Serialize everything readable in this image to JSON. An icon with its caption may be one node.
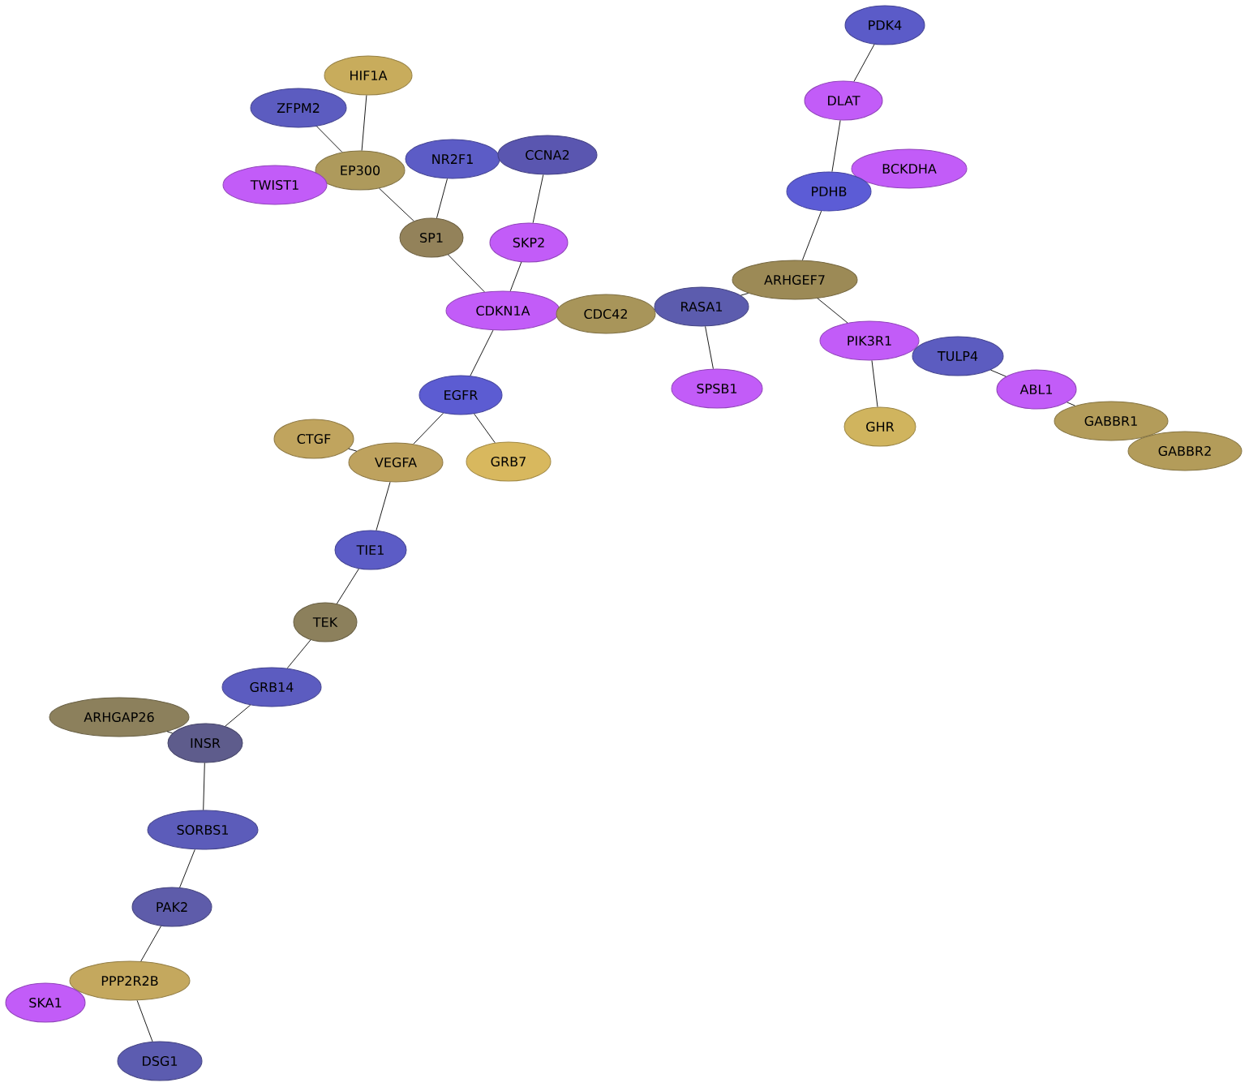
{
  "diagram": {
    "nodes": [
      {
        "text": [
          "PDK4"
        ]
      },
      {
        "text": [
          "DLAT"
        ]
      },
      {
        "text": [
          "BCKDHA"
        ]
      },
      {
        "text": [
          "PDHB"
        ]
      },
      {
        "text": [
          "ARHGEF7"
        ]
      },
      {
        "text": [
          "HIF1A"
        ]
      },
      {
        "text": [
          "ZFPM2"
        ]
      },
      {
        "text": [
          "EP300"
        ]
      },
      {
        "text": [
          "TWIST1"
        ]
      },
      {
        "text": [
          "NR2F1"
        ]
      },
      {
        "text": [
          "CCNA2"
        ]
      },
      {
        "text": [
          "SP1"
        ]
      },
      {
        "text": [
          "SKP2"
        ]
      },
      {
        "text": [
          "CDKN1A"
        ]
      },
      {
        "text": [
          "CDC42"
        ]
      },
      {
        "text": [
          "RASA1"
        ]
      },
      {
        "text": [
          "PIK3R1"
        ]
      },
      {
        "text": [
          "TULP4"
        ]
      },
      {
        "text": [
          "SPSB1"
        ]
      },
      {
        "text": [
          "ABL1"
        ]
      },
      {
        "text": [
          "EGFR"
        ]
      },
      {
        "text": [
          "GHR"
        ]
      },
      {
        "text": [
          "GABBR1"
        ]
      },
      {
        "text": [
          "GABBR2"
        ]
      },
      {
        "text": [
          "CTGF"
        ]
      },
      {
        "text": [
          "VEGFA"
        ]
      },
      {
        "text": [
          "GRB7"
        ]
      },
      {
        "text": [
          "TIE1"
        ]
      },
      {
        "text": [
          "TEK"
        ]
      },
      {
        "text": [
          "GRB14"
        ]
      },
      {
        "text": [
          "ARHGAP26"
        ]
      },
      {
        "text": [
          "INSR"
        ]
      },
      {
        "text": [
          "SORBS1"
        ]
      },
      {
        "text": [
          "PAK2"
        ]
      },
      {
        "text": [
          "PPP2R2B"
        ]
      },
      {
        "text": [
          "SKA1"
        ]
      },
      {
        "text": [
          "DSG1"
        ]
      }
    ],
    "edges": [
      {
        "from": 0,
        "to": 1,
        "arrow": "none"
      },
      {
        "from": 1,
        "to": 3,
        "arrow": "none"
      },
      {
        "from": 3,
        "to": 4,
        "arrow": "none"
      },
      {
        "from": 4,
        "to": 15,
        "arrow": "none"
      },
      {
        "from": 4,
        "to": 16,
        "arrow": "none"
      },
      {
        "from": 16,
        "to": 21,
        "arrow": "none"
      },
      {
        "from": 17,
        "to": 19,
        "arrow": "none"
      },
      {
        "from": 19,
        "to": 22,
        "arrow": "none"
      },
      {
        "from": 15,
        "to": 18,
        "arrow": "none"
      },
      {
        "from": 5,
        "to": 7,
        "arrow": "none"
      },
      {
        "from": 6,
        "to": 7,
        "arrow": "none"
      },
      {
        "from": 7,
        "to": 11,
        "arrow": "none"
      },
      {
        "from": 9,
        "to": 11,
        "arrow": "none"
      },
      {
        "from": 11,
        "to": 13,
        "arrow": "none"
      },
      {
        "from": 10,
        "to": 12,
        "arrow": "none"
      },
      {
        "from": 12,
        "to": 13,
        "arrow": "none"
      },
      {
        "from": 13,
        "to": 20,
        "arrow": "none"
      },
      {
        "from": 20,
        "to": 25,
        "arrow": "none"
      },
      {
        "from": 20,
        "to": 26,
        "arrow": "none"
      },
      {
        "from": 24,
        "to": 25,
        "arrow": "none"
      },
      {
        "from": 25,
        "to": 27,
        "arrow": "none"
      },
      {
        "from": 27,
        "to": 28,
        "arrow": "none"
      },
      {
        "from": 28,
        "to": 29,
        "arrow": "none"
      },
      {
        "from": 29,
        "to": 31,
        "arrow": "none"
      },
      {
        "from": 30,
        "to": 31,
        "arrow": "none"
      },
      {
        "from": 31,
        "to": 32,
        "arrow": "none"
      },
      {
        "from": 32,
        "to": 33,
        "arrow": "none"
      },
      {
        "from": 33,
        "to": 34,
        "arrow": "none"
      },
      {
        "from": 34,
        "to": 36,
        "arrow": "none"
      }
    ]
  }
}
